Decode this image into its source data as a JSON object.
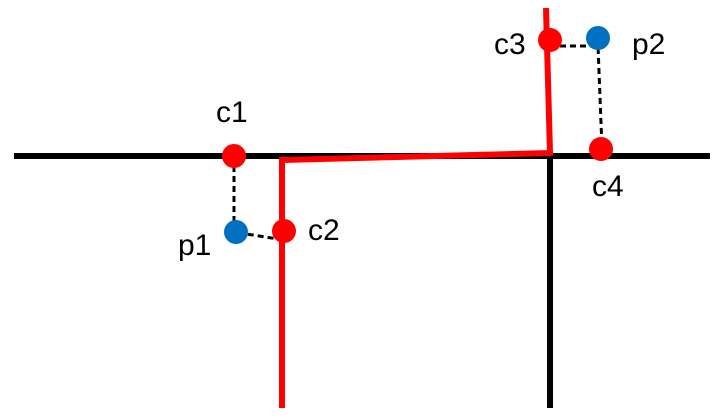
{
  "labels": {
    "c1": "c1",
    "c2": "c2",
    "c3": "c3",
    "c4": "c4",
    "p1": "p1",
    "p2": "p2"
  },
  "colors": {
    "road": "#000000",
    "route": "#ff0000",
    "projected_point": "#ff0000",
    "original_point": "#0070c0",
    "connector": "#000000"
  }
}
